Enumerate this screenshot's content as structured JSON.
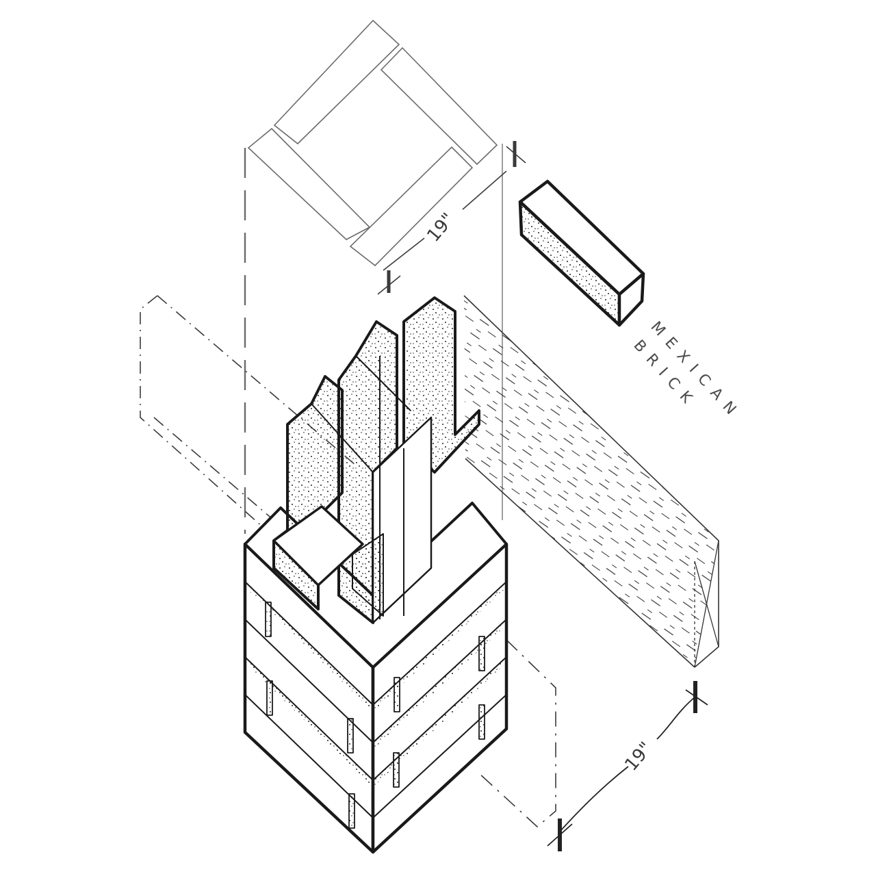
{
  "diagram": {
    "type": "axonometric-construction-sketch",
    "subject": "brick pier with steel cruciform plates supporting timber beams",
    "labels": {
      "brick_label_line1": "MEXICAN",
      "brick_label_line2": "BRICK"
    },
    "dimensions": {
      "plan_width": "19\"",
      "pier_width": "19\""
    },
    "components": [
      {
        "name": "plan-view-outline",
        "style": "light-pencil"
      },
      {
        "name": "mexican-brick",
        "style": "stippled-heavy"
      },
      {
        "name": "steel-cruciform-plates",
        "style": "stippled-heavy"
      },
      {
        "name": "brick-pier-courses",
        "count": 5
      },
      {
        "name": "timber-beam-right",
        "style": "grain-hatch"
      },
      {
        "name": "timber-beam-left-ghost",
        "style": "dash-dot"
      }
    ],
    "colors": {
      "ink": "#1a1a1a",
      "pencil": "#6b6b6b",
      "paper": "#ffffff"
    }
  }
}
